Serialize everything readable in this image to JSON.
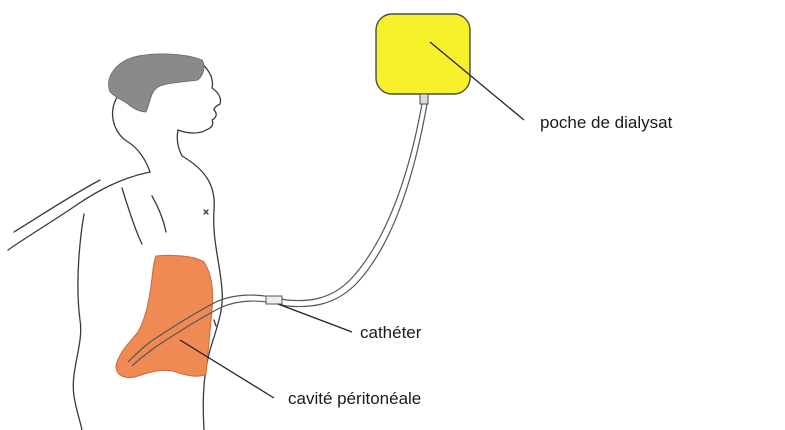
{
  "labels": {
    "bag": "poche de dialysat",
    "catheter": "cathéter",
    "cavity": "cavité péritonéale"
  },
  "colors": {
    "bag_fill": "#f7f02a",
    "cavity_fill": "#f08a55",
    "hair": "#8a8a8a",
    "outline": "#3a3a3a"
  }
}
